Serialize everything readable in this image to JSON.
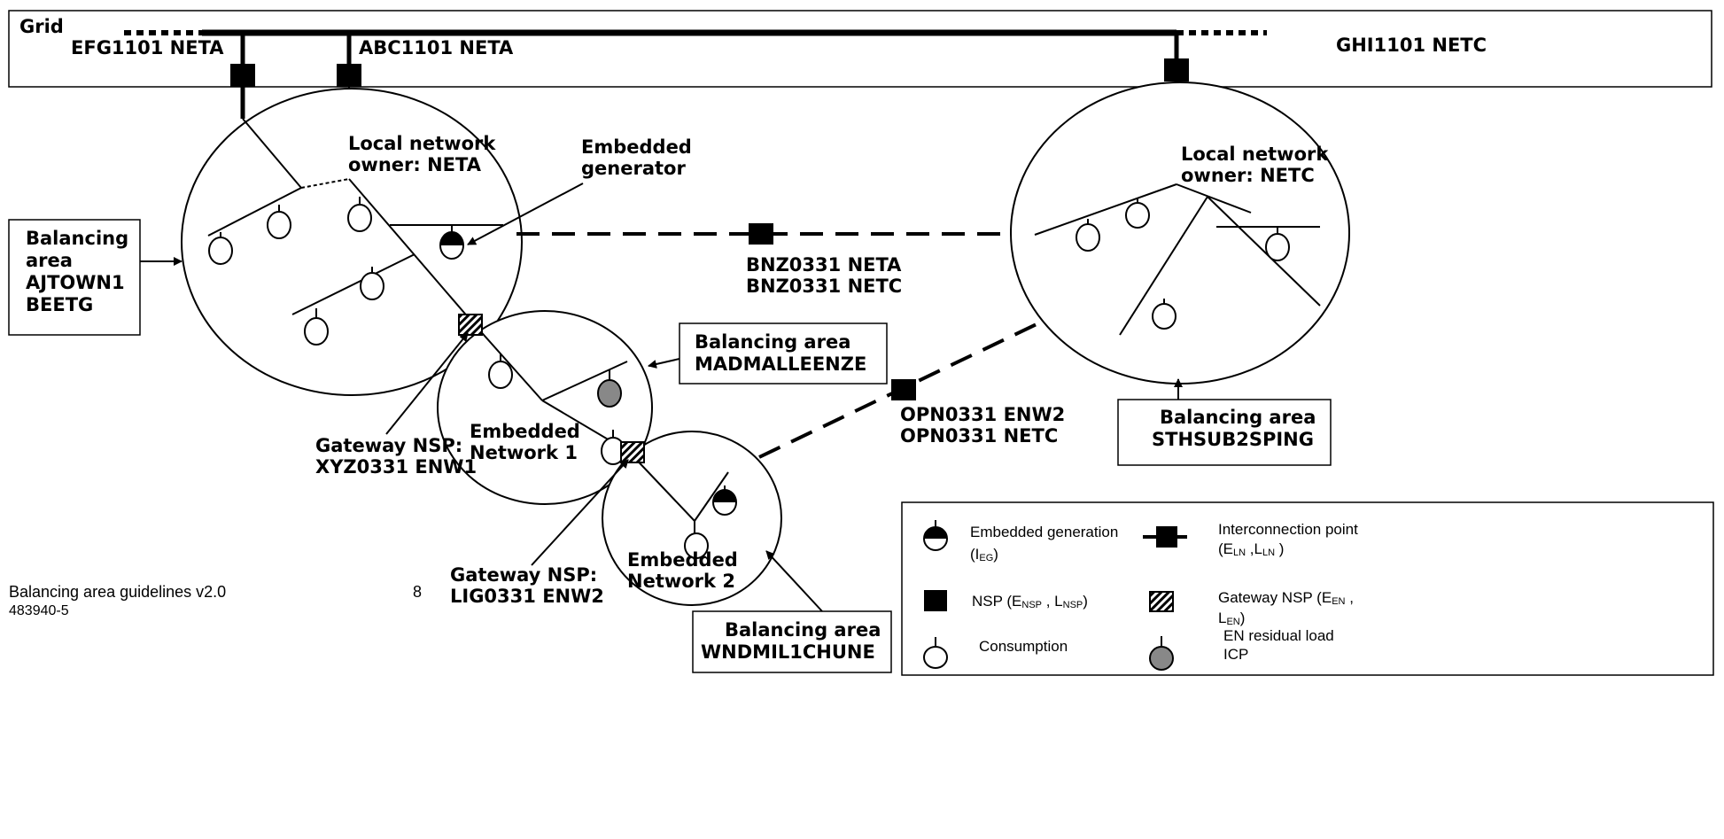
{
  "title": "Grid",
  "grid_points": [
    "EFG1101 NETA",
    "ABC1101 NETA",
    "GHI1101 NETC"
  ],
  "networks": {
    "neta": "Local network\nowner: NETA",
    "netc": "Local network\nowner: NETC",
    "en1": "Embedded\nNetwork 1",
    "en2": "Embedded\nNetwork 2"
  },
  "embedded_generator": "Embedded\ngenerator",
  "interconnections": {
    "bnz": "BNZ0331 NETA\nBNZ0331 NETC",
    "opn": "OPN0331 ENW2\nOPN0331 NETC"
  },
  "gateways": {
    "xyz": "Gateway NSP:\nXYZ0331 ENW1",
    "lig": "Gateway NSP:\nLIG0331 ENW2"
  },
  "balancing_areas": {
    "ajtown": "Balancing\narea\nAJTOWN1\nBEETG",
    "madmal": "Balancing area\nMADMALLEENZE",
    "sthsub": "Balancing area\nSTHSUB2SPING",
    "wndmil": "Balancing area\nWNDMIL1CHUNE"
  },
  "legend": {
    "embedded_generation": "Embedded generation",
    "embedded_generation_sub": "(I",
    "embedded_generation_subscript": "EG",
    "interconnection_point": "Interconnection point",
    "interconnection_point_sub": "(E",
    "interconnection_point_sub_a": "LN",
    "interconnection_point_sub_b": " ,L",
    "nsp": "NSP (E",
    "nsp_sub_a": "NSP",
    "nsp_mid": " , L",
    "gateway_nsp": "Gateway NSP  (E",
    "gateway_nsp_sub": "EN",
    "gateway_nsp_line2": "L",
    "consumption": "Consumption",
    "en_residual": "EN residual load",
    "icp": "ICP"
  },
  "footer": {
    "doc": "Balancing area guidelines v2.0",
    "page": "8",
    "ref": "483940-5"
  }
}
